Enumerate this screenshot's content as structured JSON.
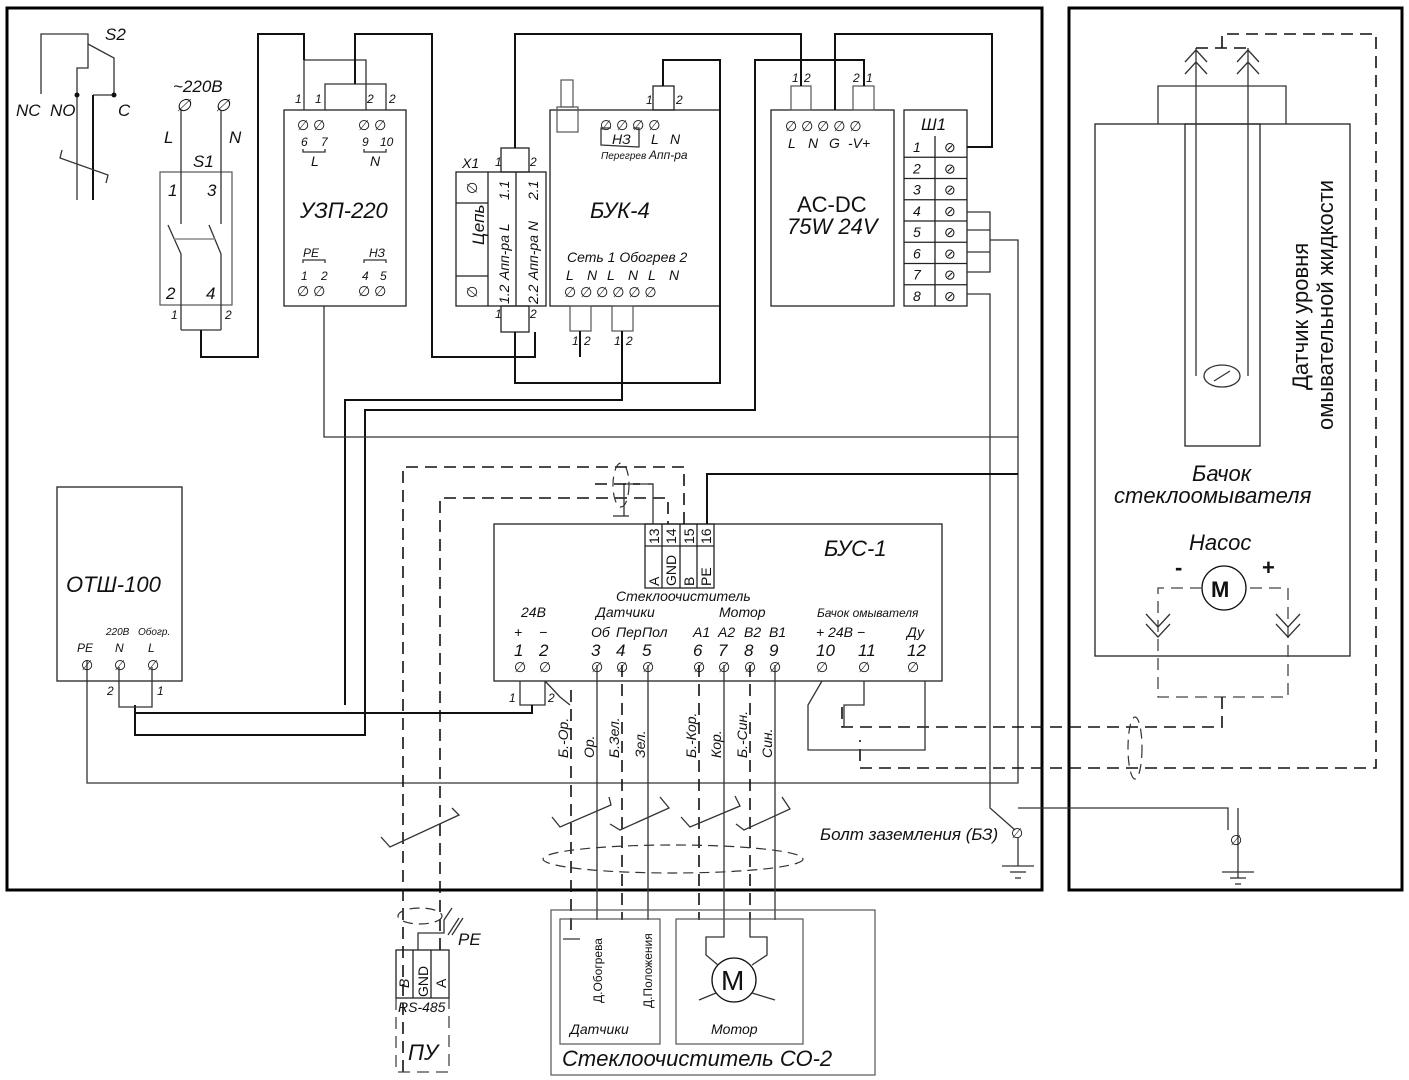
{
  "s2": {
    "label": "S2",
    "nc": "NC",
    "no": "NO",
    "c": "C"
  },
  "supply": {
    "label": "~220В",
    "l": "L",
    "n": "N"
  },
  "s1": {
    "label": "S1",
    "t1": "1",
    "t2": "2",
    "t3": "3",
    "t4": "4",
    "out1": "1",
    "out2": "2"
  },
  "uzp": {
    "title": "УЗП-220",
    "top_wires": [
      "1",
      "1",
      "2",
      "2"
    ],
    "top_terms": [
      "6",
      "7",
      "9",
      "10"
    ],
    "group_l": "L",
    "group_n": "N",
    "group_pe": "PE",
    "group_nz": "НЗ",
    "bot_terms": [
      "1",
      "2",
      "4",
      "5"
    ]
  },
  "x1": {
    "label": "X1",
    "top_wires": [
      "1",
      "2"
    ],
    "bot_wires": [
      "1",
      "2"
    ],
    "col_circuit": "Цепь",
    "col_l": "Апп-ра L",
    "col_n": "Апп-ра N",
    "t11": "1.1",
    "t21": "2.1",
    "t12": "1.2",
    "t22": "2.2"
  },
  "buk": {
    "title": "БУК-4",
    "top_wires": [
      "1",
      "2"
    ],
    "nz": "НЗ",
    "l": "L",
    "n": "N",
    "overheat": "Перегрев",
    "device": "Апп-ра",
    "bottom_label": "Сеть  1  Обогрев  2",
    "bot_terms": [
      "L",
      "N",
      "L",
      "N",
      "L",
      "N"
    ],
    "out_a": [
      "1",
      "2"
    ],
    "out_b": [
      "1",
      "2"
    ]
  },
  "acdc": {
    "title_1": "AC-DC",
    "title_2": "75W 24V",
    "top_wires_left": [
      "1",
      "2"
    ],
    "top_wires_right": [
      "2",
      "1"
    ],
    "terms": [
      "L",
      "N",
      "G",
      "-V+"
    ]
  },
  "sh1": {
    "label": "Ш1",
    "rows": [
      "1",
      "2",
      "3",
      "4",
      "5",
      "6",
      "7",
      "8"
    ]
  },
  "tank": {
    "sensor_label_1": "Датчик уровня",
    "sensor_label_2": "омывательной жидкости",
    "tank_label_1": "Бачок",
    "tank_label_2": "стеклоомывателя",
    "pump_label": "Насос",
    "motor": "M",
    "minus": "-",
    "plus": "+"
  },
  "otsh": {
    "title": "ОТШ-100",
    "pe": "PE",
    "n": "N",
    "l": "L",
    "v220": "220В",
    "heat": "Обогр.",
    "wire_2": "2",
    "wire_1": "1"
  },
  "bus": {
    "title": "БУС-1",
    "rs_nums": [
      "13",
      "14",
      "15",
      "16"
    ],
    "rs_names": [
      "A",
      "GND",
      "B",
      "PE"
    ],
    "group_wiper": "Стеклоочиститель",
    "group_24v": "24В",
    "group_sensors": "Датчики",
    "group_motor": "Мотор",
    "group_tank": "Бачок омывателя",
    "pin_names": [
      "+",
      "−",
      "Об",
      "Пер",
      "Пол",
      "A1",
      "A2",
      "B2",
      "B1",
      "+ 24В −",
      "",
      "Ду"
    ],
    "pin_nums": [
      "1",
      "2",
      "3",
      "4",
      "5",
      "6",
      "7",
      "8",
      "9",
      "10",
      "11",
      "12"
    ],
    "wire_1": "1",
    "wire_2": "2"
  },
  "wires": {
    "colors": [
      "Б.-Ор.",
      "Ор.",
      "Б.Зел.",
      "Зел.",
      "Б.-Кор.",
      "Кор.",
      "Б.-Син.",
      "Син."
    ]
  },
  "ground": {
    "label": "Болт заземления (БЗ)"
  },
  "pu": {
    "title": "ПУ",
    "bus": "RS-485",
    "pins": [
      "B",
      "GND",
      "A"
    ],
    "pe": "PE"
  },
  "co2": {
    "title": "Стеклоочиститель СО-2",
    "sensors_title": "Датчики",
    "sensor_heat": "Д.Обогрева",
    "sensor_pos": "Д.Положения",
    "motor_title": "Мотор",
    "motor": "M"
  }
}
